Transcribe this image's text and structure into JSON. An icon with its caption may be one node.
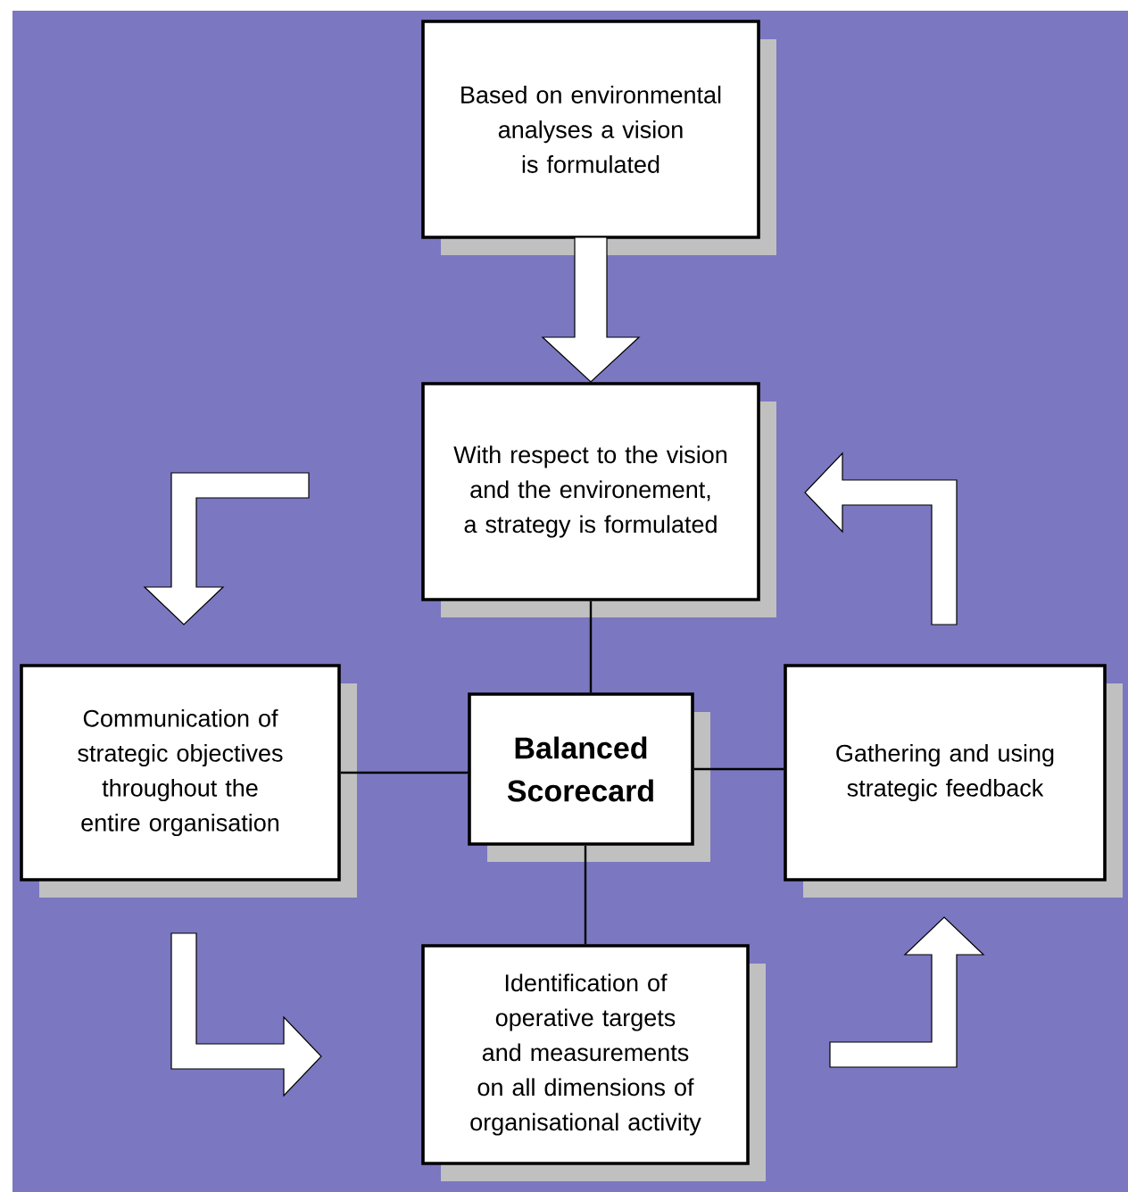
{
  "diagram": {
    "nodes": [
      {
        "text": [
          "Based on environmental analyses a vision is formulated"
        ]
      },
      {
        "text": [
          "With respect to the vision and the environement, a strategy is formulated"
        ]
      },
      {
        "text": [
          "Communication of strategic objectives throughout the entire organisation"
        ]
      },
      {
        "text": [
          "Balanced Scorecard"
        ]
      },
      {
        "text": [
          "Gathering and using strategic feedback"
        ]
      },
      {
        "text": [
          "Identification of operative targets and measurements on all dimensions of organisational activity"
        ]
      }
    ],
    "edges": [
      {
        "from": 0,
        "to": 1,
        "arrow": "to"
      },
      {
        "from": 1,
        "to": 2,
        "arrow": "to"
      },
      {
        "from": 2,
        "to": 5,
        "arrow": "to"
      },
      {
        "from": 5,
        "to": 4,
        "arrow": "to"
      },
      {
        "from": 4,
        "to": 1,
        "arrow": "to"
      },
      {
        "from": 1,
        "to": 3,
        "arrow": "none"
      },
      {
        "from": 2,
        "to": 3,
        "arrow": "none"
      },
      {
        "from": 3,
        "to": 4,
        "arrow": "none"
      },
      {
        "from": 3,
        "to": 5,
        "arrow": "none"
      }
    ]
  }
}
